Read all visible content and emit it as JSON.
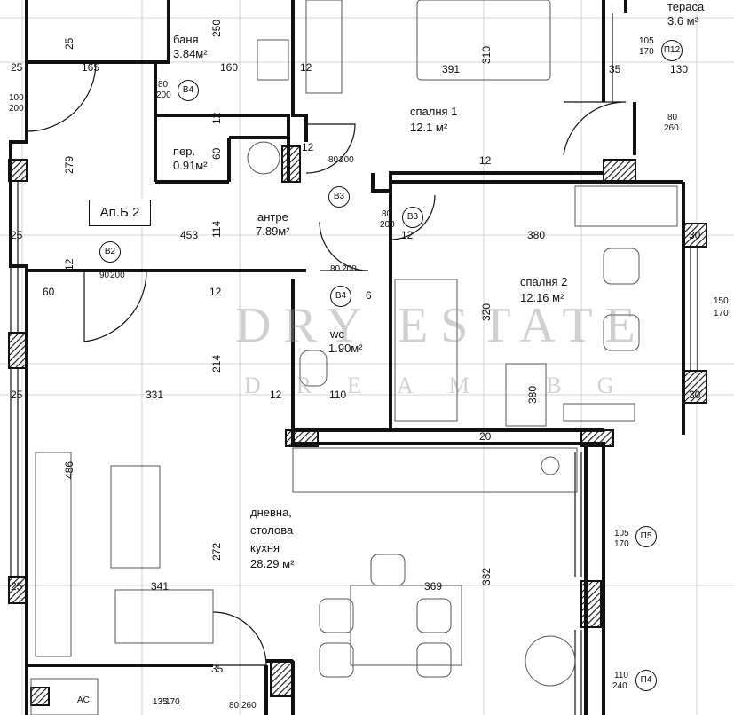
{
  "apartment_label": "Ап.Б 2",
  "watermark": {
    "line1": "DRY ESTATE",
    "line2": "DREAM BG"
  },
  "rooms": {
    "bath": {
      "name": "баня",
      "area": "3.84м²"
    },
    "storage": {
      "name": "пер.",
      "area": "0.91м²"
    },
    "hall": {
      "name": "антре",
      "area": "7.89м²"
    },
    "bedroom1": {
      "name": "спалня 1",
      "area": "12.1 м²"
    },
    "bedroom2": {
      "name": "спалня 2",
      "area": "12.16 м²"
    },
    "wc": {
      "name": "wc",
      "area": "1.90м²"
    },
    "living": {
      "line1": "дневна,",
      "line2": "столова",
      "line3": "кухня",
      "area": "28.29 м²"
    },
    "terrace": {
      "name": "тераса",
      "area": "3.6 м²"
    }
  },
  "door_tags": [
    "B4",
    "B3",
    "B3",
    "B2",
    "B4"
  ],
  "window_tags": [
    "П12",
    "П5",
    "П4"
  ],
  "opening_sizes": [
    [
      "80",
      "200"
    ],
    [
      "100",
      "200"
    ],
    [
      "80",
      "200"
    ],
    [
      "80",
      "200"
    ],
    [
      "80",
      "200"
    ],
    [
      "90",
      "200"
    ],
    [
      "105",
      "170"
    ],
    [
      "80",
      "260"
    ],
    [
      "150",
      "170"
    ],
    [
      "105",
      "170"
    ],
    [
      "110",
      "240"
    ],
    [
      "135",
      "170"
    ],
    [
      "80",
      "260"
    ]
  ],
  "dimensions": {
    "h": [
      "25",
      "165",
      "160",
      "12",
      "391",
      "35",
      "130",
      "25",
      "453",
      "380",
      "30",
      "60",
      "30",
      "331",
      "12",
      "110",
      "20",
      "25",
      "341",
      "369",
      "25",
      "35",
      "12",
      "6",
      "12",
      "12",
      "12"
    ],
    "v": [
      "250",
      "25",
      "279",
      "114",
      "214",
      "486",
      "272",
      "60",
      "310",
      "320",
      "332",
      "12",
      "380",
      "12"
    ]
  },
  "appliance_label": "AC"
}
